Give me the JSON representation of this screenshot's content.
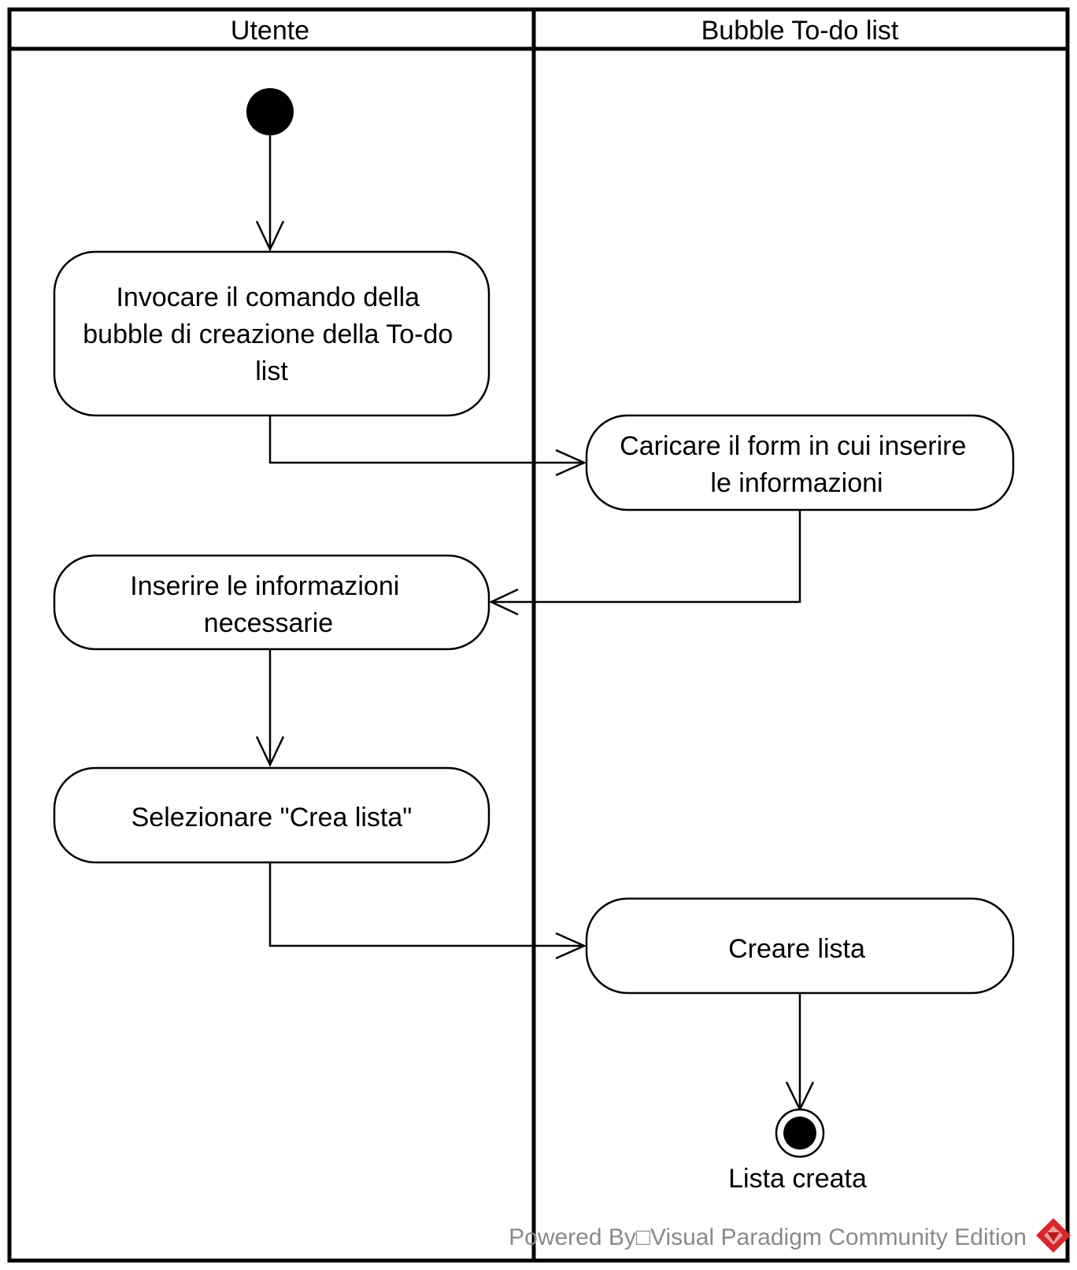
{
  "swimlanes": {
    "left_title": "Utente",
    "right_title": "Bubble To-do list"
  },
  "actions": {
    "invoke_command": [
      "Invocare il comando della",
      "bubble di creazione della To-do",
      "list"
    ],
    "load_form": [
      "Caricare il form in cui inserire",
      "le informazioni"
    ],
    "insert_info": [
      "Inserire le informazioni",
      "necessarie"
    ],
    "select_create": [
      "Selezionare \"Crea lista\""
    ],
    "create_list": [
      "Creare lista"
    ]
  },
  "final_node": {
    "label": "Lista creata"
  },
  "watermark": {
    "text": "Powered By□Visual Paradigm Community Edition",
    "logo_color": "#d9262b"
  },
  "colors": {
    "line": "#000000",
    "background": "#ffffff",
    "watermark": "#8a8a8a"
  }
}
